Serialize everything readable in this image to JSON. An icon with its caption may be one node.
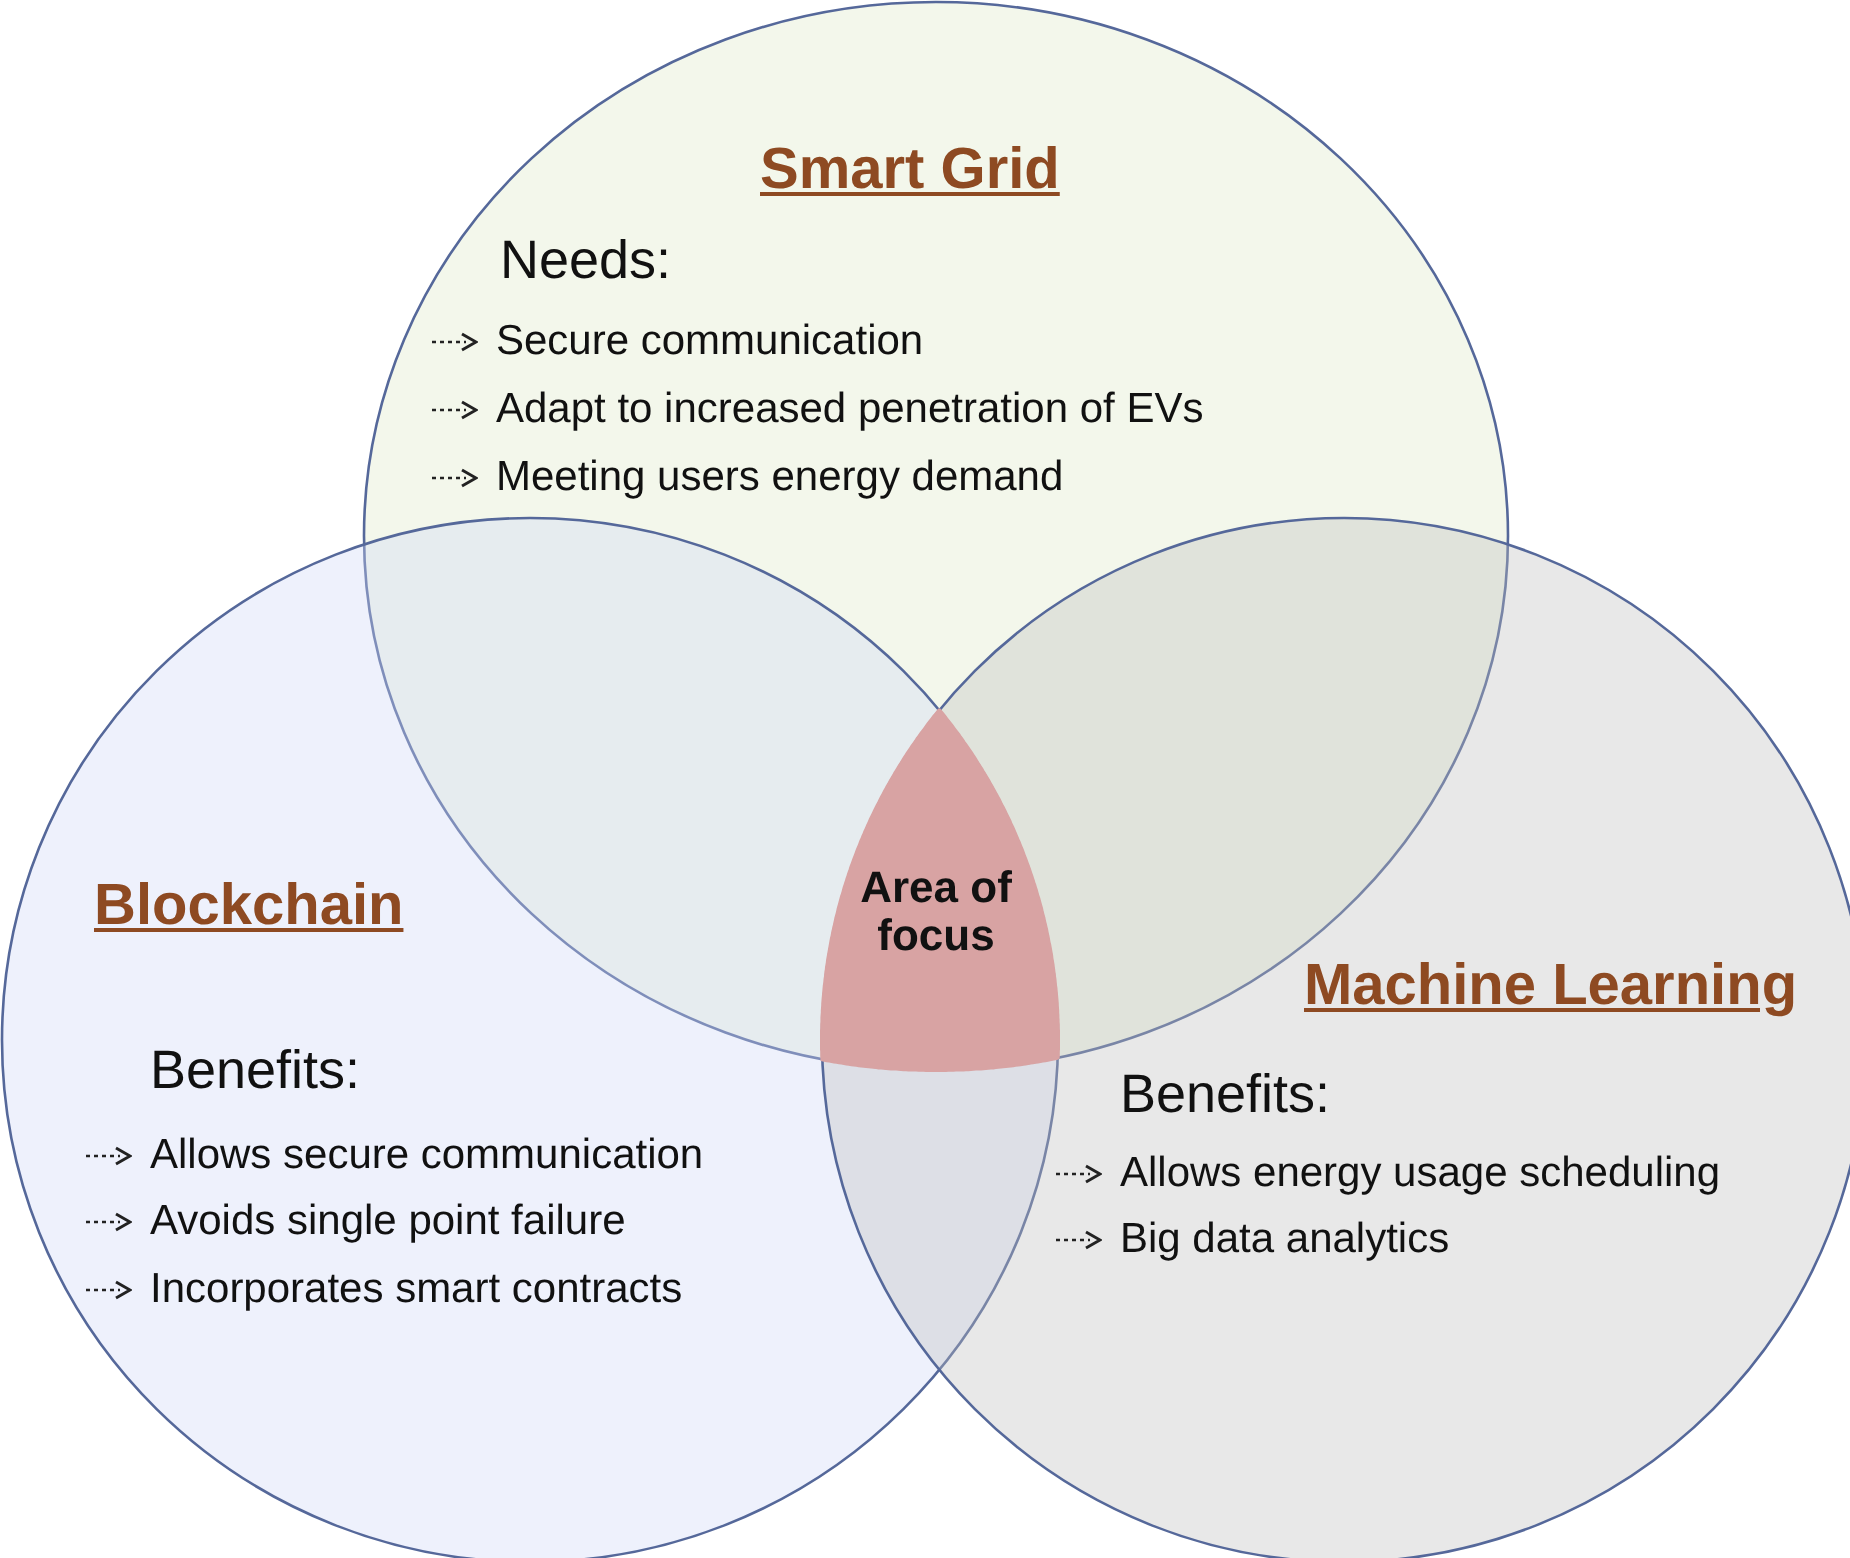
{
  "diagram": {
    "nodes": [
      {
        "text": [
          "Smart Grid",
          "Needs:",
          "Secure communication",
          "Adapt to increased penetration of EVs",
          "Meeting users energy demand"
        ]
      },
      {
        "text": [
          "Blockchain",
          "Benefits:",
          "Allows secure communication",
          "Avoids single point failure",
          "Incorporates smart contracts"
        ]
      },
      {
        "text": [
          "Machine Learning",
          "Benefits:",
          "Allows energy usage scheduling",
          "Big data analytics"
        ]
      },
      {
        "text": [
          "Area of focus"
        ]
      }
    ],
    "edges": []
  }
}
